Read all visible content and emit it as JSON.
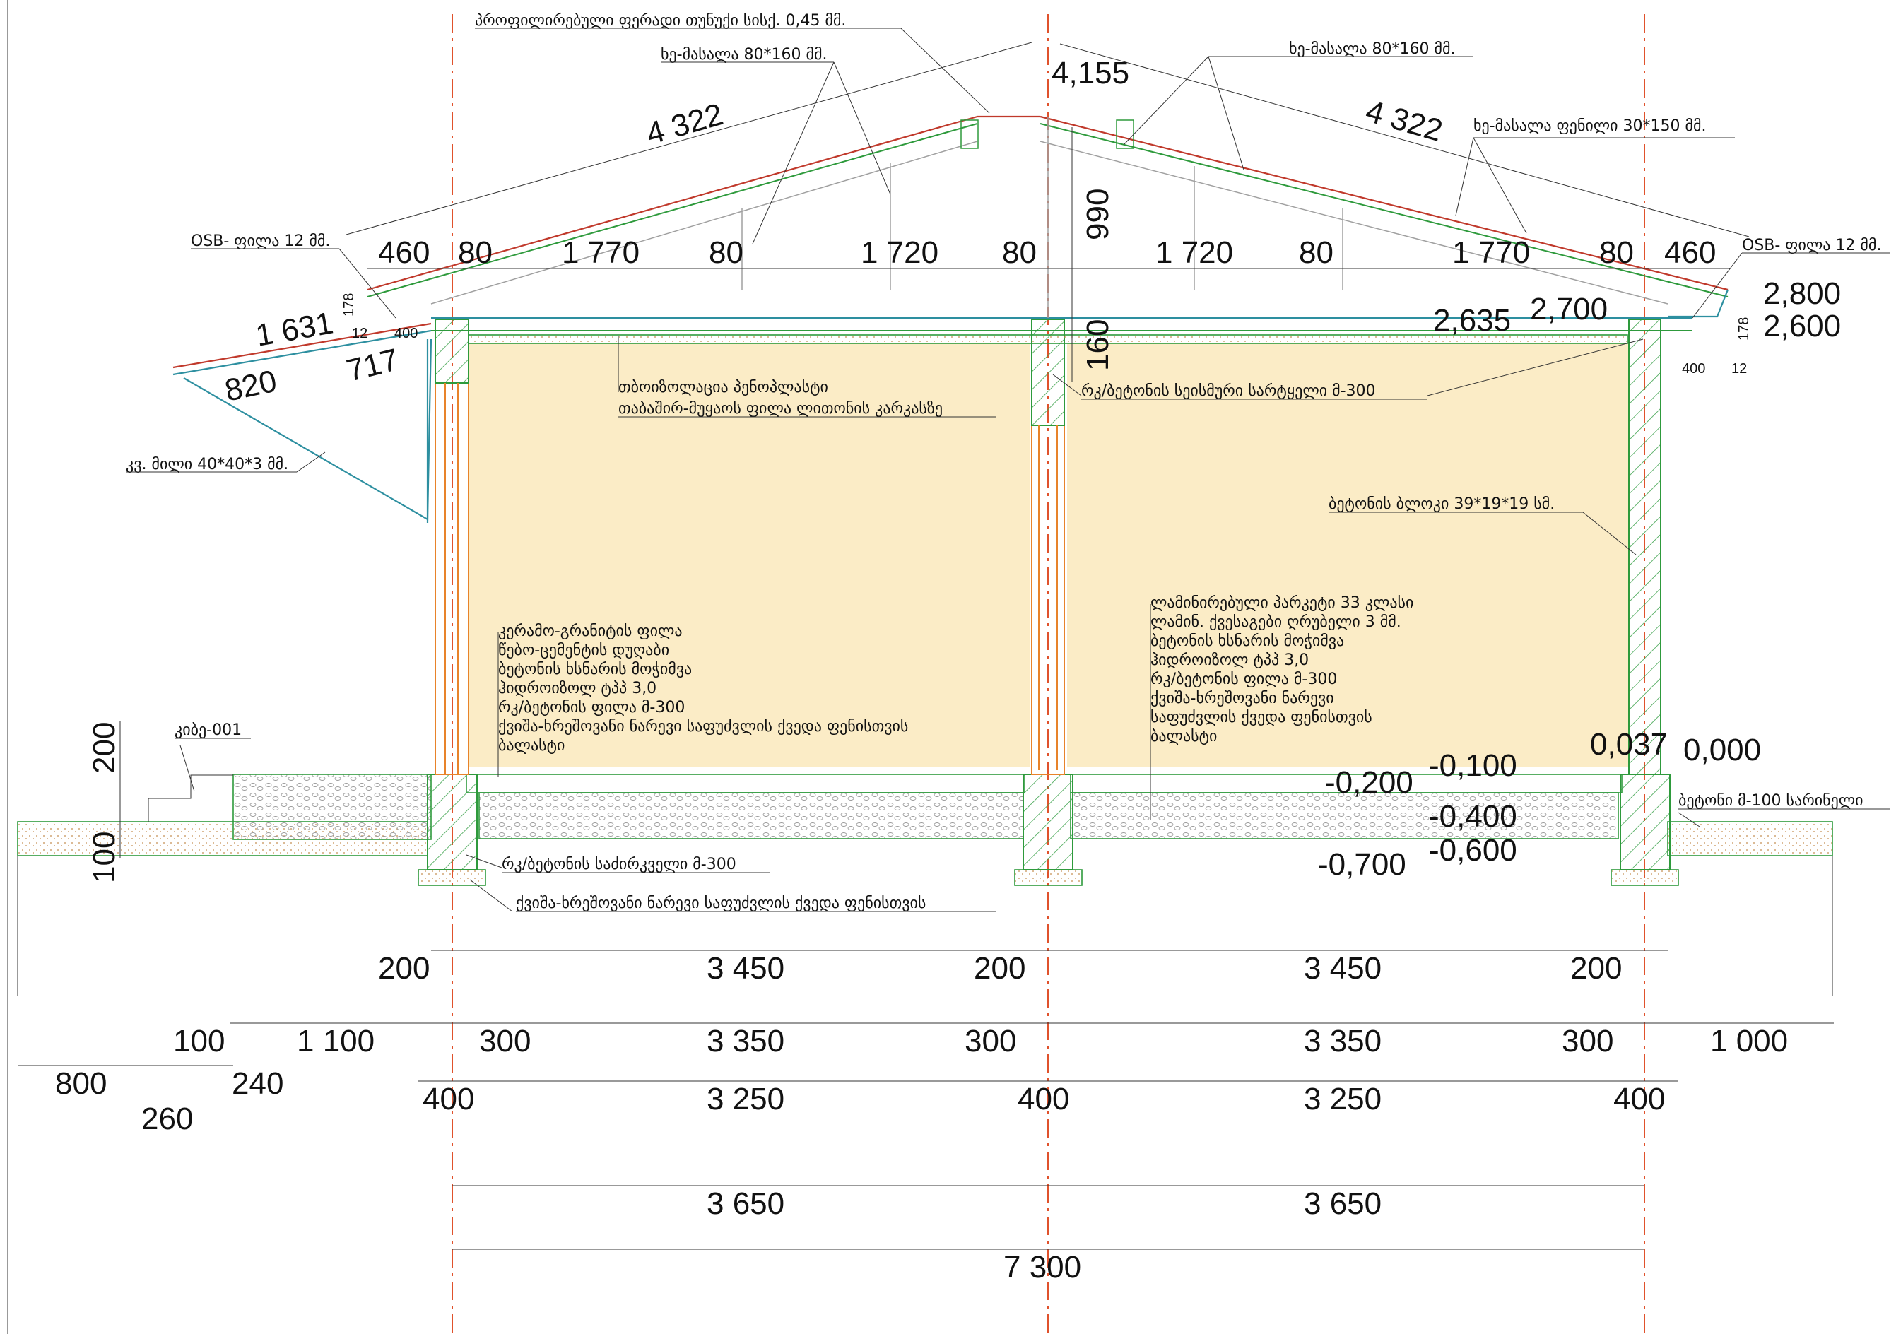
{
  "callouts": {
    "roof_sheet": "პროფილირებული ფერადი თუნუქი სისქ. 0,45 მმ.",
    "timber_left": "ხე-მასალა 80*160 მმ.",
    "timber_right": "ხე-მასალა 80*160 მმ.",
    "timber_board": "ხე-მასალა ფენილი 30*150 მმ.",
    "osb_left": "OSB- ფილა 12 მმ.",
    "osb_right": "OSB- ფილა 12 მმ.",
    "insulation_1": "თბოიზოლაცია პენოპლასტი",
    "insulation_2": "თაბაშირ-მუყაოს ფილა ლითონის კარკასზე",
    "seismic_belt": "რკ/ბეტონის სეისმური სარტყელი მ-300",
    "angle": "კვ. მილი 40*40*3 მმ.",
    "block": "ბეტონის ბლოკი 39*19*19 სმ.",
    "stair": "კიბე-001",
    "grillage": "რკ/ბეტონის საძირკველი მ-300",
    "base_mix": "ქვიშა-ხრეშოვანი ნარევი საფუძვლის ქვედა ფენისთვის",
    "blind_area": "ბეტონი მ-100 სარინელი",
    "floor_left": [
      "კერამო-გრანიტის ფილა",
      "წებო-ცემენტის დუღაბი",
      "ბეტონის ხსნარის მოჭიმვა",
      "ჰიდროიზოლ ტპპ 3,0",
      "რკ/ბეტონის ფილა მ-300",
      "ქვიშა-ხრეშოვანი ნარევი საფუძვლის ქვედა ფენისთვის",
      "ბალასტი"
    ],
    "floor_right": [
      "ლამინირებული პარკეტი 33 კლასი",
      "ლამინ. ქვესაგები ღრუბელი 3 მმ.",
      "ბეტონის ხსნარის მოჭიმვა",
      "ჰიდროიზოლ ტპპ 3,0",
      "რკ/ბეტონის ფილა მ-300",
      "ქვიშა-ხრეშოვანი ნარევი",
      "საფუძვლის ქვედა ფენისთვის",
      "ბალასტი"
    ]
  },
  "levels": {
    "ridge": "4,155",
    "eave_top": "2,800",
    "eave_bottom": "2,600",
    "belt_bottom": "2,635",
    "belt_top": "2,700",
    "floor_zero": "0,000",
    "floor_finish": "0,037",
    "minus_100": "-0,100",
    "minus_200": "-0,200",
    "minus_400": "-0,400",
    "minus_600": "-0,600",
    "minus_700": "-0,700"
  },
  "dims": {
    "rafter_left": "4 322",
    "rafter_right": "4 322",
    "overhang_1631": "1 631",
    "overhang_717": "717",
    "overhang_820": "820",
    "ridge_990": "990",
    "belt_160": "160",
    "top_chain": [
      "460",
      "80",
      "1 770",
      "80",
      "1 720",
      "80",
      "1 720",
      "80",
      "1 770",
      "80",
      "460"
    ],
    "small_178_l": "178",
    "small_12_l": "12",
    "small_400_l": "400",
    "small_178_r": "178",
    "small_400_r": "400",
    "small_12_r": "12",
    "step_200": "200",
    "step_100": "100",
    "row1": [
      "200",
      "3 450",
      "200",
      "3 450",
      "200"
    ],
    "row2": [
      "100",
      "1 100",
      "300",
      "3 350",
      "300",
      "3 350",
      "300",
      "1 000"
    ],
    "row2b": [
      "800",
      "240",
      "260"
    ],
    "row3": [
      "400",
      "3 250",
      "400",
      "3 250",
      "400"
    ],
    "row4": [
      "3 650",
      "3 650"
    ],
    "total": "7 300"
  }
}
